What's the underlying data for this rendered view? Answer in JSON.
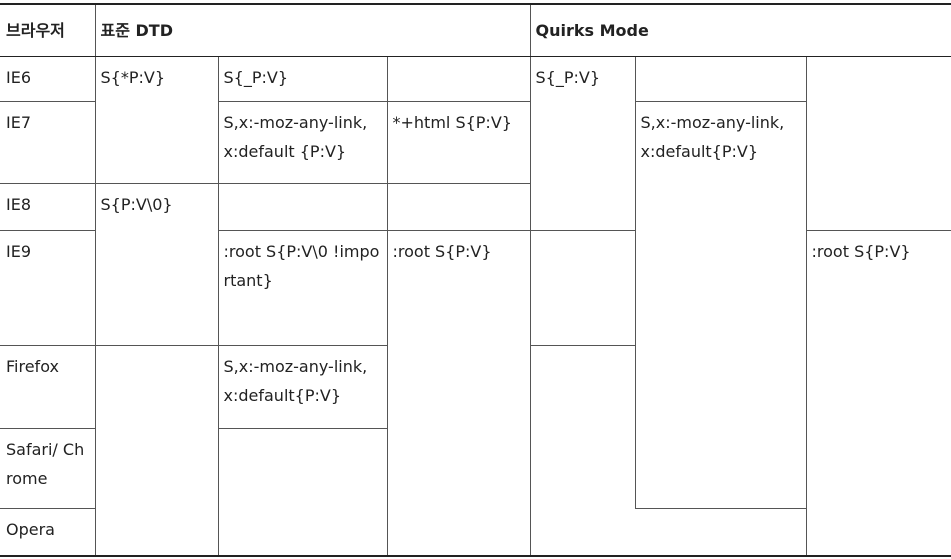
{
  "table": {
    "header": {
      "browser": "브라우저",
      "standard": "표준 DTD",
      "quirks": "Quirks Mode"
    },
    "rows": {
      "ie6": "IE6",
      "ie7": "IE7",
      "ie8": "IE8",
      "ie9": "IE9",
      "firefox": "Firefox",
      "safari": "Safari/ Chrome",
      "opera": "Opera"
    },
    "cells": {
      "std_star_hack": "S{*P:V}",
      "std_underscore_hack": "S{_P:V}",
      "std_moz_any_link_ie7": "S,x:-moz-any-link, x:default {P:V}",
      "std_star_plus_html": "*+html S{P:V}",
      "std_backslash_zero": "S{P:V\\0}",
      "std_root_important": ":root S{P:V\\0 !important}",
      "std_root_selector": ":root S{P:V}",
      "std_moz_any_link_ff": "S,x:-moz-any-link, x:default{P:V}",
      "quirks_underscore_hack": "S{_P:V}",
      "quirks_moz_any_link": "S,x:-moz-any-link, x:default{P:V}",
      "quirks_root_selector": ":root S{P:V}"
    }
  }
}
